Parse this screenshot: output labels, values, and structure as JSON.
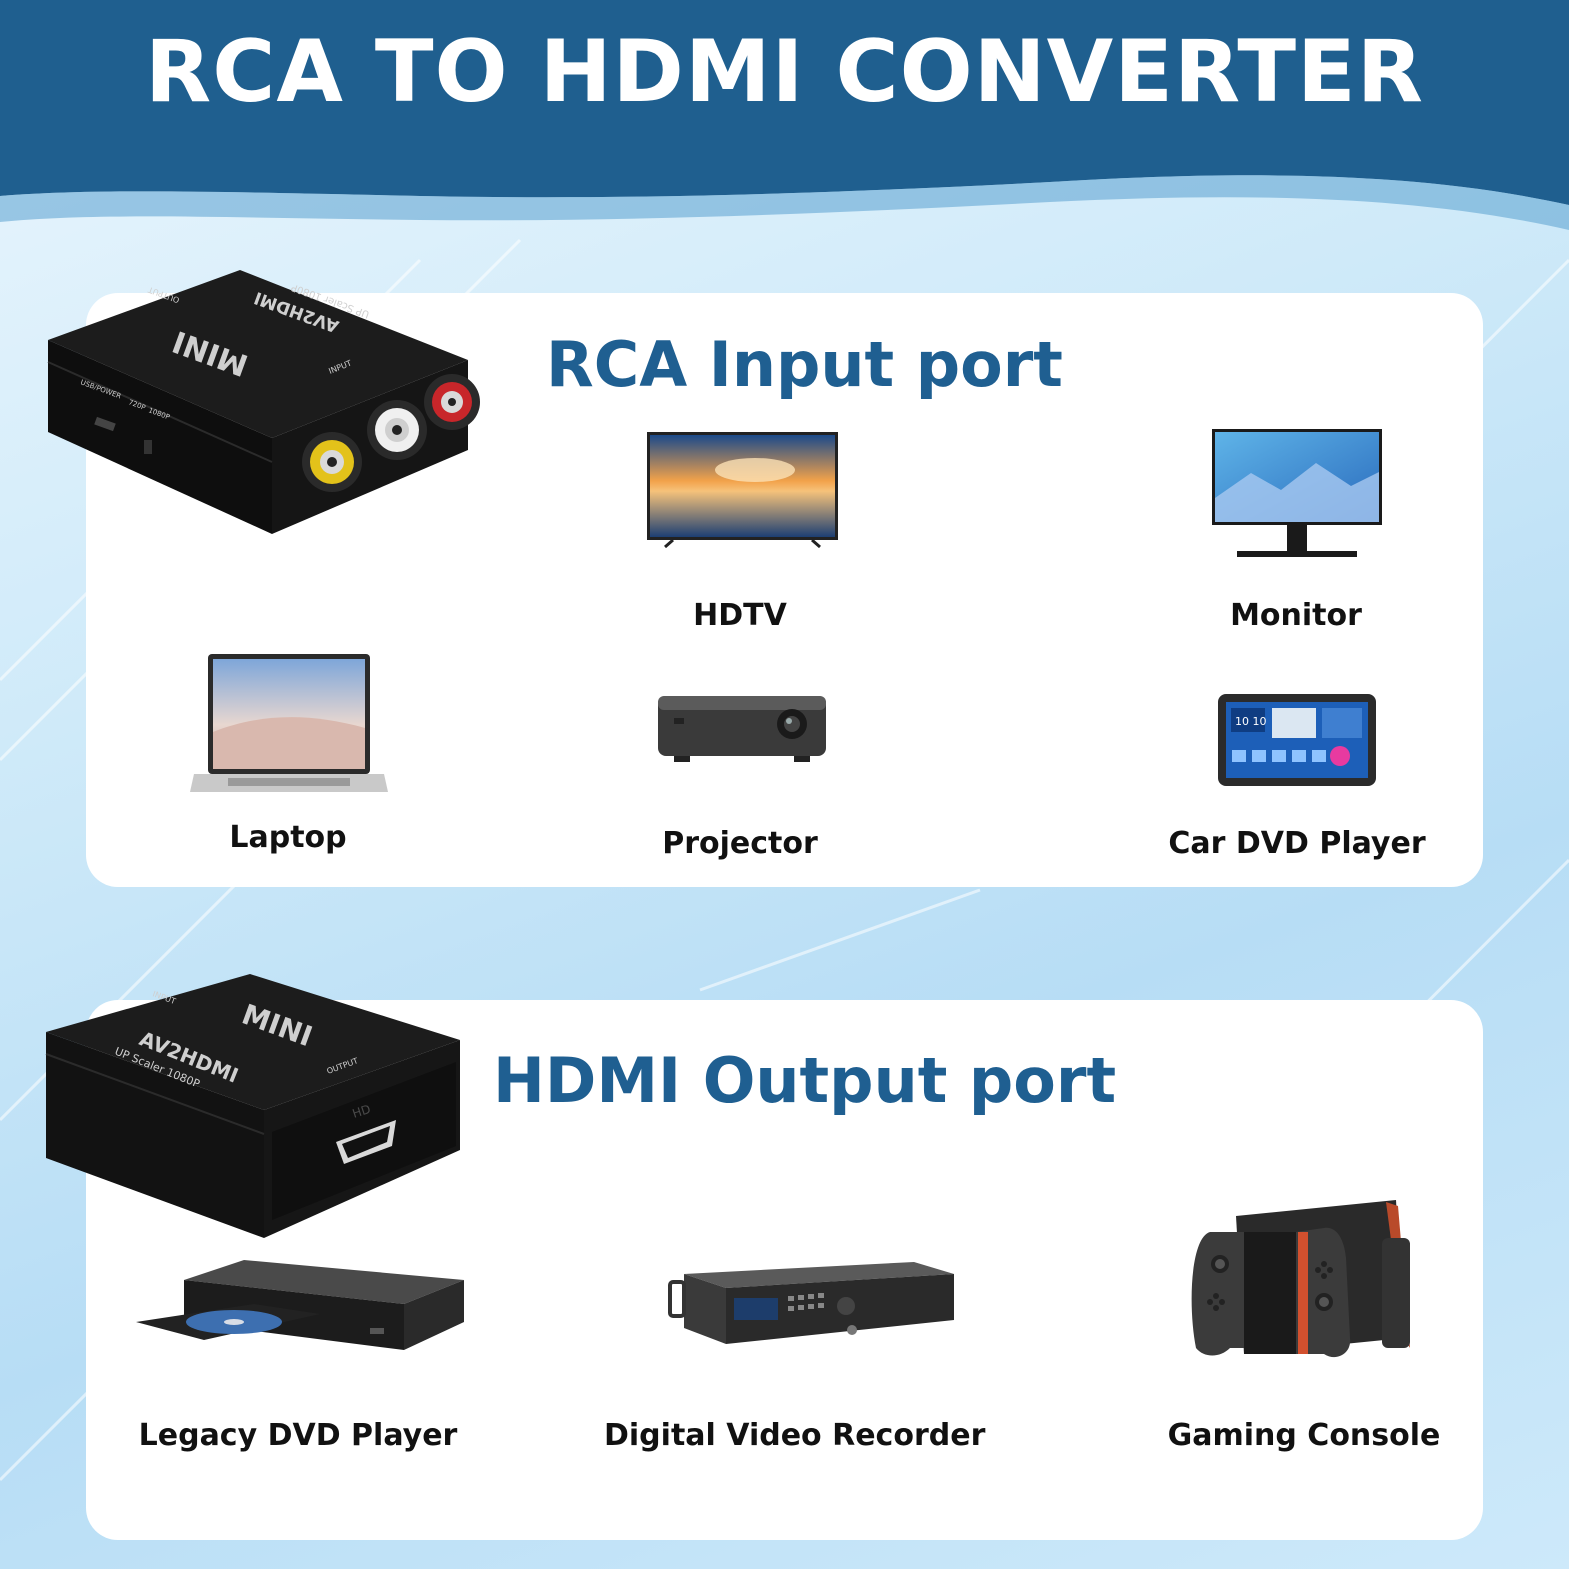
{
  "title": "RCA TO HDMI CONVERTER",
  "colors": {
    "header": "#1f5f8f",
    "accent_title": "#1f5f91",
    "card": "#ffffff"
  },
  "rca_section": {
    "heading": "RCA Input port",
    "adapter_text": {
      "brand": "MINI",
      "model": "AV2HDMI",
      "sub": "UP Scaler 1080P",
      "input": "INPUT",
      "output": "OUTPUT",
      "power": "USB/POWER",
      "r720": "720P",
      "r1080": "1080P"
    },
    "devices": [
      {
        "label": "HDTV",
        "icon": "tv-icon"
      },
      {
        "label": "Monitor",
        "icon": "monitor-icon"
      },
      {
        "label": "Laptop",
        "icon": "laptop-icon"
      },
      {
        "label": "Projector",
        "icon": "projector-icon"
      },
      {
        "label": "Car DVD Player",
        "icon": "car-dvd-icon",
        "screen_text": "10 10"
      }
    ]
  },
  "hdmi_section": {
    "heading": "HDMI Output port",
    "adapter_text": {
      "brand": "MINI",
      "model": "AV2HDMI",
      "sub": "UP Scaler 1080P",
      "input": "INPUT",
      "output": "OUTPUT",
      "hd": "HD"
    },
    "devices": [
      {
        "label": "Legacy DVD Player",
        "icon": "dvd-player-icon"
      },
      {
        "label": "Digital Video Recorder",
        "icon": "dvr-icon"
      },
      {
        "label": "Gaming Console",
        "icon": "game-console-icon"
      }
    ]
  }
}
